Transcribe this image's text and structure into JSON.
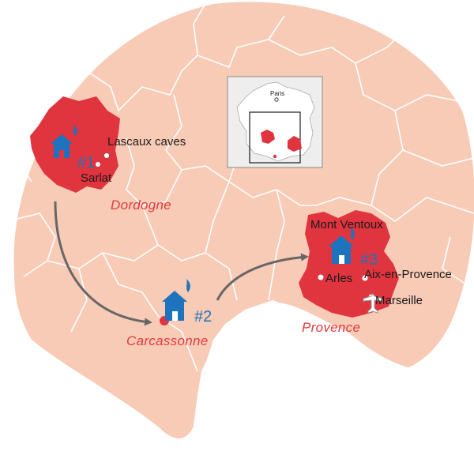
{
  "places": {
    "lascaux": "Lascaux caves",
    "sarlat": "Sarlat",
    "mont_ventoux": "Mont Ventoux",
    "arles": "Arles",
    "aix": "Aix-en-Provence",
    "marseille": "Marseille"
  },
  "regions": {
    "dordogne": "Dordogne",
    "carcassonne": "Carcassonne",
    "provence": "Provence"
  },
  "stops": {
    "one": "#1",
    "two": "#2",
    "three": "#3"
  },
  "inset": {
    "paris": "Paris"
  },
  "colors": {
    "land": "#f8cbb6",
    "region_fill": "#e0343f",
    "house_blue": "#1e73be",
    "region_label": "#e03a40",
    "route_arrow": "#666666",
    "border_lines": "#ffffff"
  },
  "icons": [
    "house-icon",
    "flame-icon",
    "airplane-icon",
    "arrow-icon"
  ]
}
